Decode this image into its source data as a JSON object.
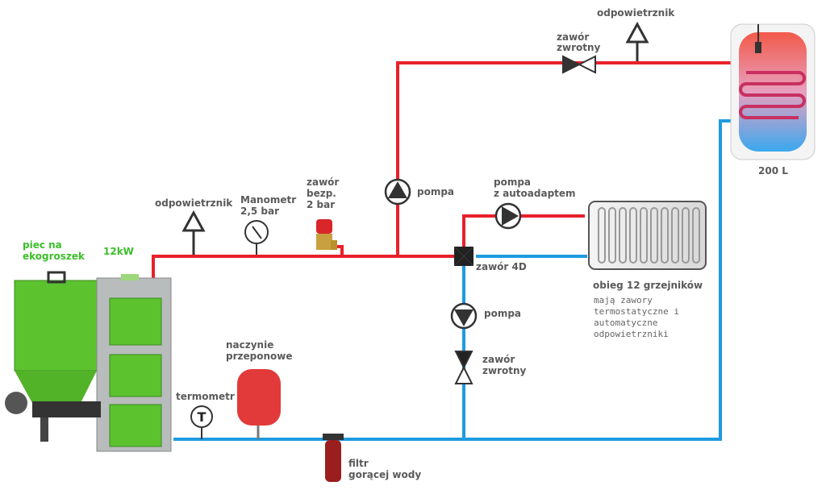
{
  "colors": {
    "supply": "#e8202a",
    "return": "#1e9be0",
    "boiler": "#5cc22e",
    "label": "#5a5a5a",
    "label_green": "#3cbf2a"
  },
  "labels": {
    "boiler_1": "piec na",
    "boiler_2": "ekogroszek",
    "power": "12kW",
    "vent_left": "odpowietrznik",
    "manometer_1": "Manometr",
    "manometer_2": "2,5 bar",
    "safety_1": "zawór",
    "safety_2": "bezp.",
    "safety_3": "2 bar",
    "pump_top": "pompa",
    "pump_auto_1": "pompa",
    "pump_auto_2": "z autoadaptem",
    "valve_4d": "zawór 4D",
    "pump_return": "pompa",
    "check_return_1": "zawór",
    "check_return_2": "zwrotny",
    "check_top_1": "zawór",
    "check_top_2": "zwrotny",
    "vent_top": "odpowietrznik",
    "tank": "200 L",
    "radiators_title": "obieg 12 grzejników",
    "radiators_note": [
      "mają zawory",
      "termostatyczne i",
      "automatyczne",
      "odpowietrzniki"
    ],
    "thermometer": "termometr",
    "vessel_1": "naczynie",
    "vessel_2": "przeponowe",
    "filter_1": "filtr",
    "filter_2": "gorącej wody"
  }
}
